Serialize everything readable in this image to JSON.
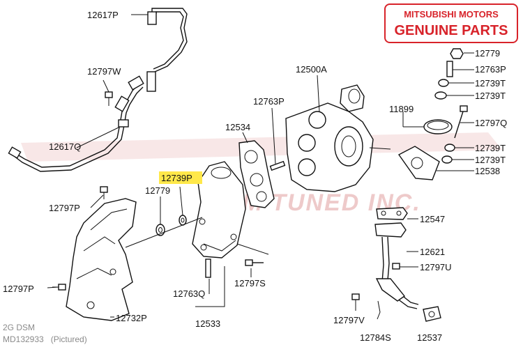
{
  "badge": {
    "brand": "MITSUBISHI MOTORS",
    "title": "GENUINE PARTS",
    "color": "#d8232a"
  },
  "watermark": {
    "text": "STM TUNED INC."
  },
  "footer": {
    "model": "2G DSM",
    "part_ref": "MD132933   (Pictured)"
  },
  "highlight_color": "#ffe84a",
  "labels": {
    "p12617P": "12617P",
    "p12797W": "12797W",
    "p12617Q": "12617Q",
    "p12797P_a": "12797P",
    "p12797P_b": "12797P",
    "p12779_a": "12779",
    "p12739P": "12739P",
    "p12534": "12534",
    "p12763P_a": "12763P",
    "p12500A": "12500A",
    "p12779_b": "12779",
    "p12763P_b": "12763P",
    "p12739T_a": "12739T",
    "p12739T_b": "12739T",
    "p11899": "11899",
    "p12797Q": "12797Q",
    "p12739T_c": "12739T",
    "p12739T_d": "12739T",
    "p12538": "12538",
    "p12547": "12547",
    "p12621": "12621",
    "p12797U": "12797U",
    "p12797V": "12797V",
    "p12784S": "12784S",
    "p12537": "12537",
    "p12732P": "12732P",
    "p12763Q": "12763Q",
    "p12797S": "12797S",
    "p12533": "12533"
  }
}
